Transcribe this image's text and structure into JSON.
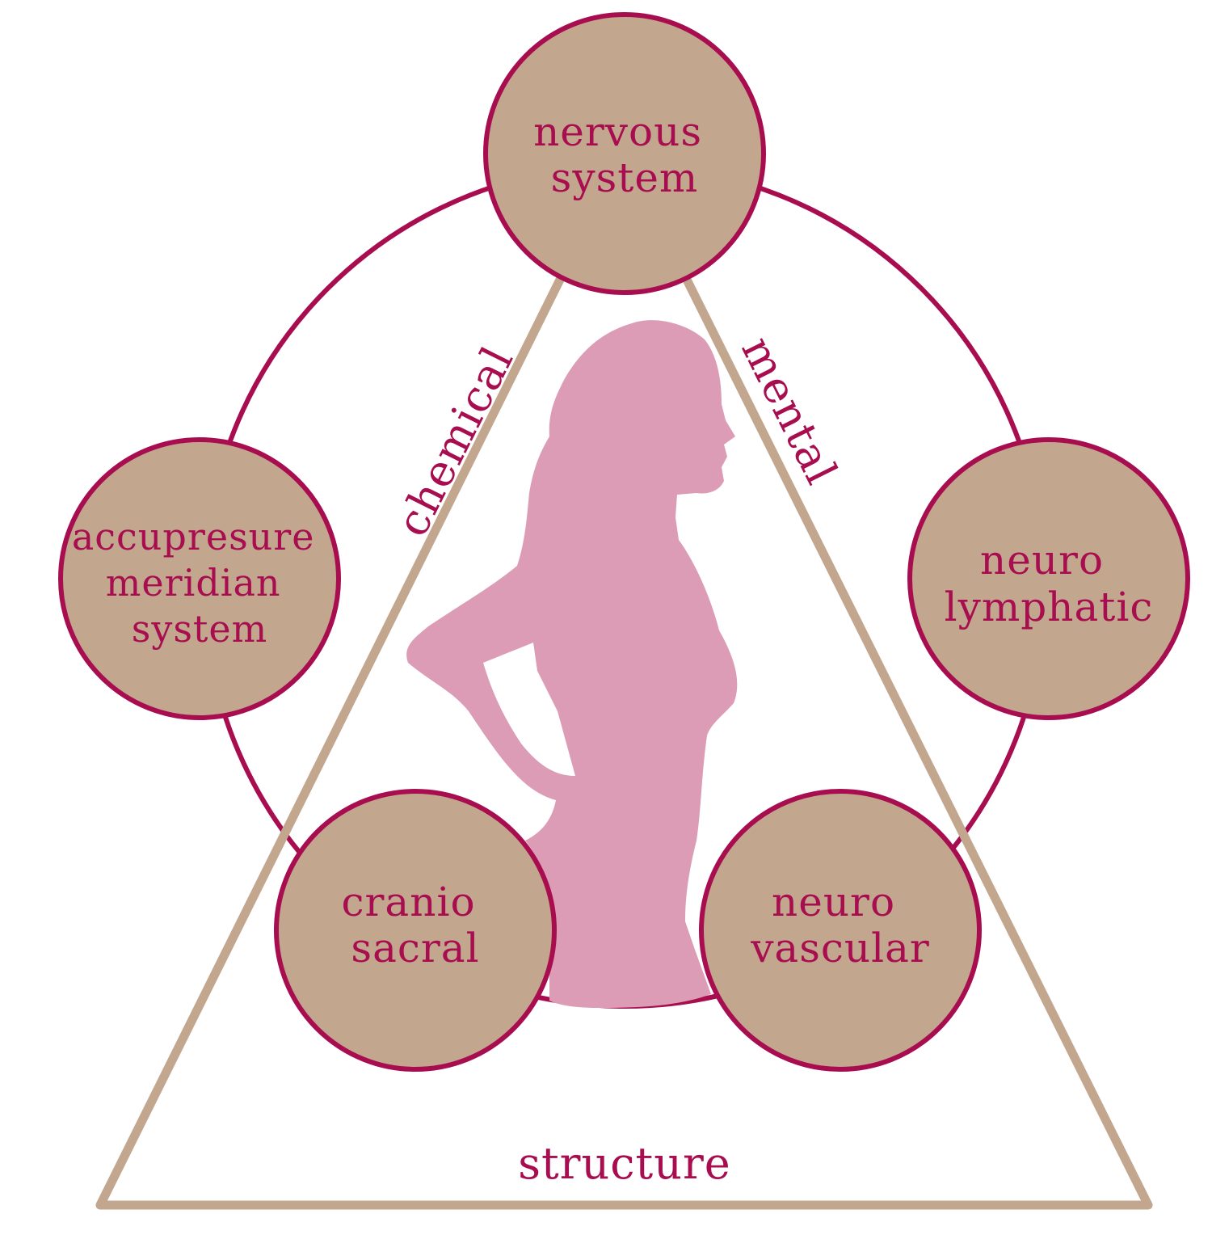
{
  "colors": {
    "accent": "#a80d4f",
    "node_fill": "#c2a68e",
    "triangle": "#c2a68e",
    "silhouette": "#dc9cb5",
    "background": "#ffffff"
  },
  "icons": {
    "figure": "woman-silhouette-icon"
  },
  "nodes": {
    "nervous_system": [
      "nervous",
      "system"
    ],
    "accupresure_meridian_system": [
      "accupresure",
      "meridian",
      "system"
    ],
    "neuro_lymphatic": [
      "neuro",
      "lymphatic"
    ],
    "cranio_sacral": [
      "cranio",
      "sacral"
    ],
    "neuro_vascular": [
      "neuro",
      "vascular"
    ]
  },
  "triangle_sides": {
    "left": "chemical",
    "right": "mental",
    "bottom": "structure"
  }
}
